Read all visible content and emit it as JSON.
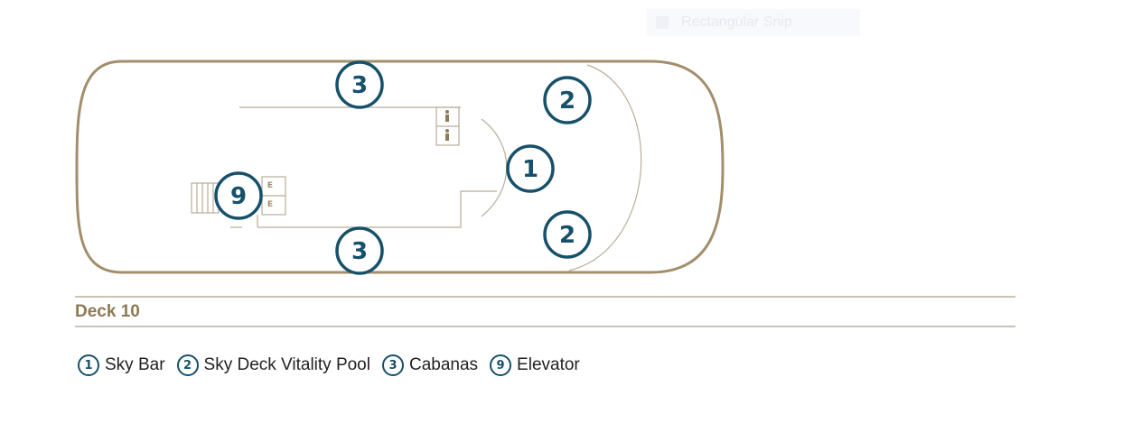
{
  "snip_bar": {
    "label": "Rectangular Snip"
  },
  "deck": {
    "title": "Deck 10",
    "markers": {
      "sky_bar": "1",
      "pool_upper": "2",
      "pool_lower": "2",
      "cabanas_upper": "3",
      "cabanas_lower": "3",
      "elevator": "9"
    },
    "elevator_labels": [
      "E",
      "E"
    ]
  },
  "legend": [
    {
      "num": "1",
      "label": "Sky Bar"
    },
    {
      "num": "2",
      "label": "Sky Deck Vitality Pool"
    },
    {
      "num": "3",
      "label": "Cabanas"
    },
    {
      "num": "9",
      "label": "Elevator"
    }
  ],
  "colors": {
    "marker": "#16506a",
    "hull": "#a38e6c",
    "title": "#8c7a56",
    "rule": "#cbc2b0"
  },
  "icons": {
    "restroom": "person-icon",
    "snip": "snip-icon"
  }
}
